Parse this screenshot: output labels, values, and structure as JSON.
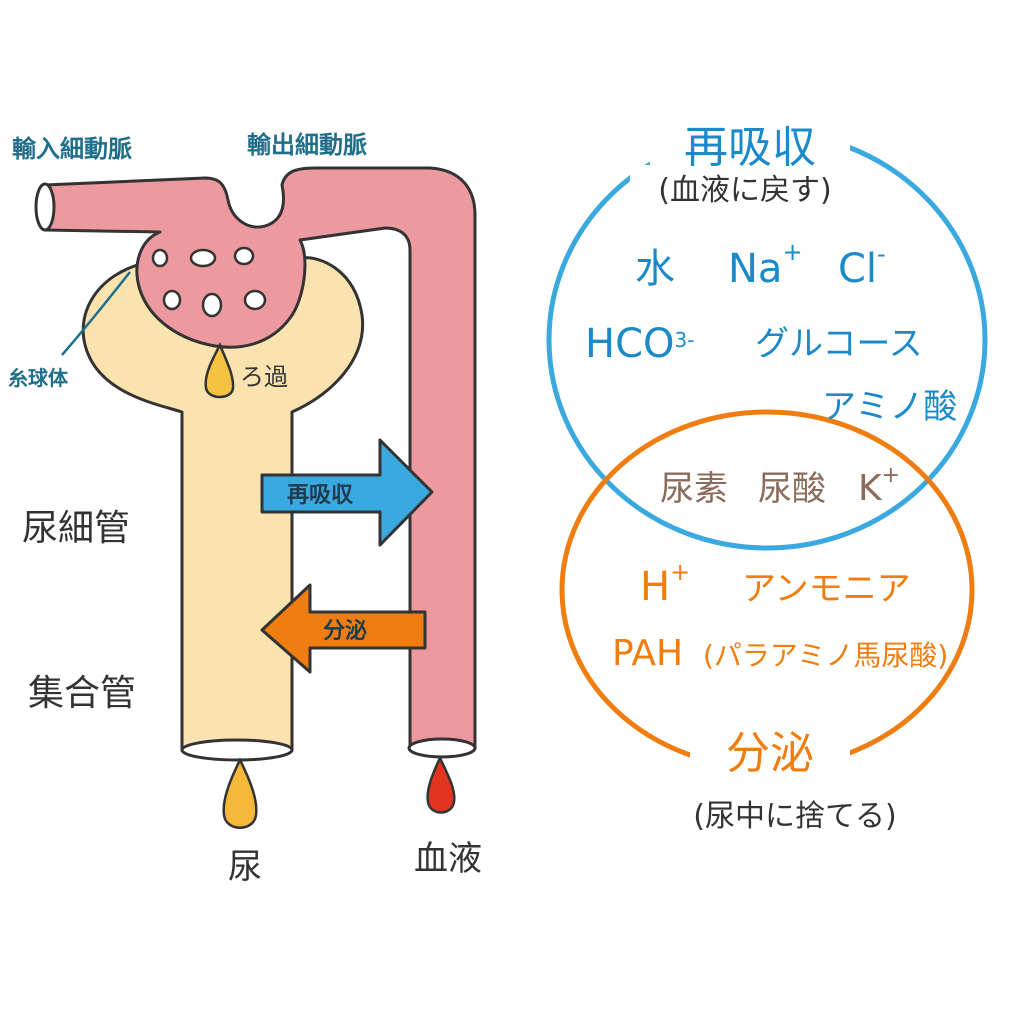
{
  "labels": {
    "afferent": "輸入細動脈",
    "efferent": "輸出細動脈",
    "glomerulus": "糸球体",
    "filtration": "ろ過",
    "tubule": "尿細管",
    "collecting_duct": "集合管",
    "urine": "尿",
    "blood": "血液",
    "arrow_reabsorption": "再吸収",
    "arrow_secretion": "分泌"
  },
  "reabsorption": {
    "title": "再吸収",
    "subtitle": "(血液に戻す)",
    "items": [
      "水",
      "Na",
      "Cl",
      "HCO",
      "グルコース",
      "アミノ酸"
    ],
    "superscripts": {
      "na": "+",
      "cl": "-",
      "hco": "3-"
    }
  },
  "both": {
    "items": [
      "尿素",
      "尿酸",
      "K"
    ],
    "k_sup": "+"
  },
  "secretion": {
    "title": "分泌",
    "subtitle": "(尿中に捨てる)",
    "items": [
      "H",
      "アンモニア",
      "PAH",
      "(パラアミノ馬尿酸)"
    ],
    "h_sup": "+"
  },
  "colors": {
    "vessel": "#ec9aa0",
    "tubule": "#fbe3b0",
    "reabsorption": "#1c8ac9",
    "secretion": "#f07d10",
    "overlap_text": "#8b6b5a",
    "label_blue": "#1f6f8b",
    "arrow_blue": "#3aa9df",
    "arrow_orange": "#f07d10"
  }
}
